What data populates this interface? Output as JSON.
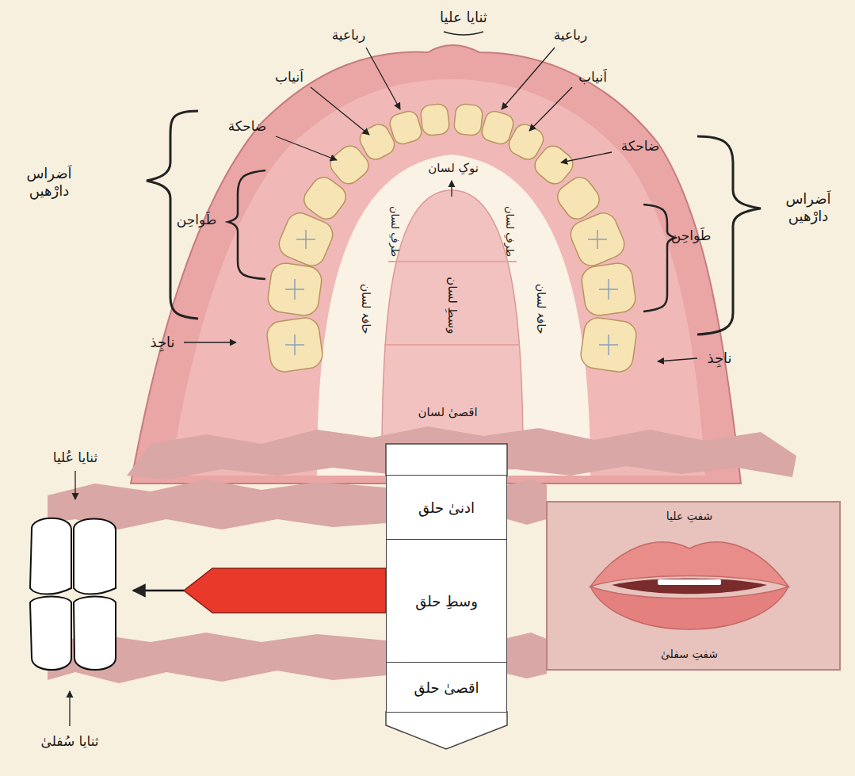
{
  "diagram": {
    "nodes": [
      {
        "text": [
          "ادنیٰ حلق"
        ]
      },
      {
        "text": [
          "وسطِ حلق"
        ]
      },
      {
        "text": [
          "اقصیٰ حلق"
        ]
      }
    ],
    "labels": [
      "ثنایا علیا",
      "رباعیة",
      "رباعیة",
      "اَنیاب",
      "اَنیاب",
      "ضاحکة",
      "ضاحکة",
      "اَضراس دارْھیں",
      "اَضراس دارْھیں",
      "طَواحِن",
      "طَواحِن",
      "ناجِذ",
      "ناجِذ",
      "نوکِ لسان",
      "طرفِ لسان",
      "طرفِ لسان",
      "حافۂ لسان",
      "حافۂ لسان",
      "وسطِ لسان",
      "اقصیٰ لسان",
      "ثنایا عُلیا",
      "ثنایا سُفلیٰ",
      "شفتِ علیا",
      "شفتِ سفلیٰ"
    ]
  }
}
